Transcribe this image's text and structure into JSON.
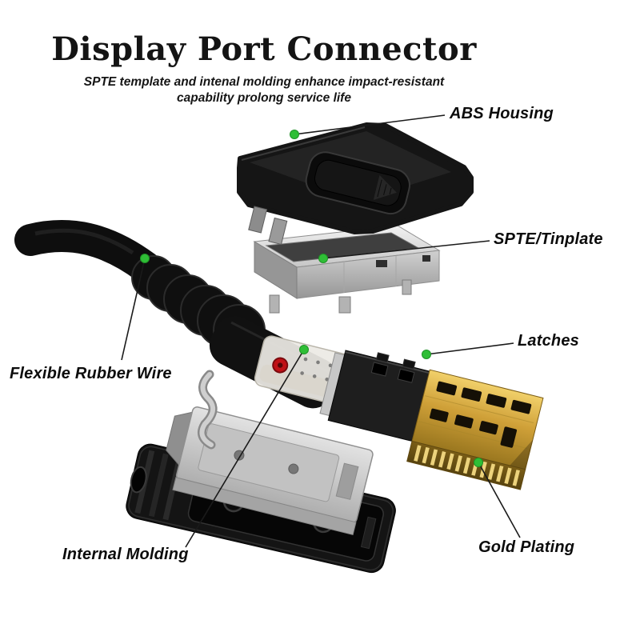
{
  "page": {
    "title": "Display Port Connector",
    "subtitle_line1": "SPTE template and intenal molding enhance impact-resistant",
    "subtitle_line2": "capability prolong service life"
  },
  "annotations": [
    {
      "id": "abs-housing",
      "label": "ABS Housing"
    },
    {
      "id": "spte-tinplate",
      "label": "SPTE/Tinplate"
    },
    {
      "id": "latches",
      "label": "Latches"
    },
    {
      "id": "flexible-rubber-wire",
      "label": "Flexible Rubber Wire"
    },
    {
      "id": "internal-molding",
      "label": "Internal Molding"
    },
    {
      "id": "gold-plating",
      "label": "Gold Plating"
    }
  ],
  "colors": {
    "background": "#ffffff",
    "text": "#0c0c0c",
    "callout_dot": "#2fbe36",
    "leader_line": "#1a1a1a",
    "gold_light": "#eccb5f",
    "gold_dark": "#8d6a1d",
    "tinplate": "#d9d9d9",
    "housing_black": "#161616",
    "red_marker": "#c01016"
  }
}
